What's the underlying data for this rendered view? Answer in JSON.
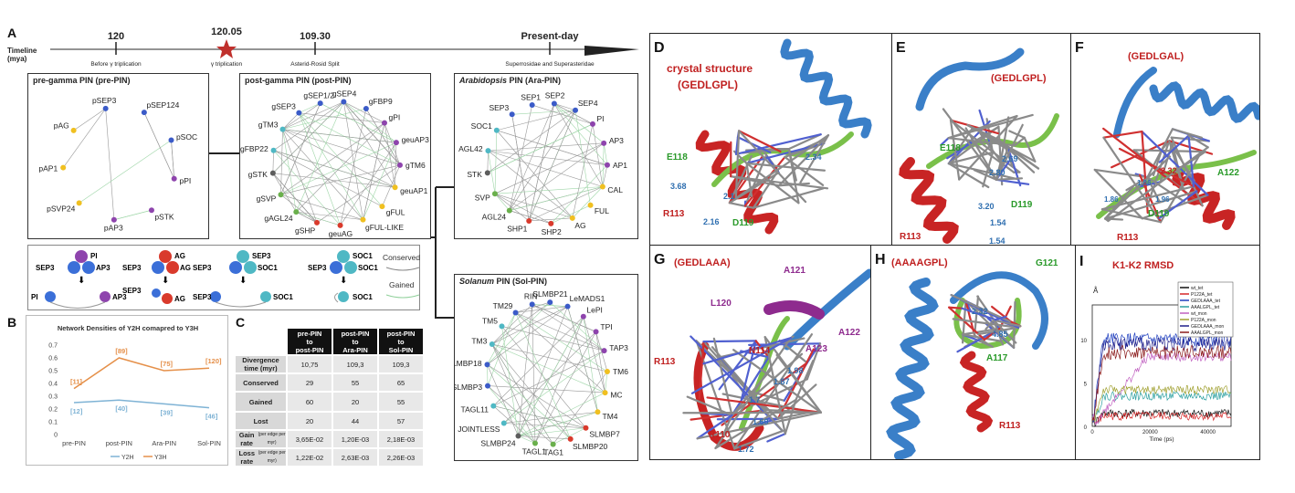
{
  "panel_letters": {
    "A": "A",
    "B": "B",
    "C": "C",
    "D": "D",
    "E": "E",
    "F": "F",
    "G": "G",
    "H": "H",
    "I": "I"
  },
  "timeline": {
    "label1": "Timeline",
    "label2": "(mya)",
    "points": [
      {
        "value": "120",
        "caption": "Before γ triplication"
      },
      {
        "value": "120.05",
        "caption": "γ triplication"
      },
      {
        "value": "109.30",
        "caption": "Asterid-Rosid Split"
      },
      {
        "value": "Present-day",
        "caption": "Superrosidae and Superasteridae"
      }
    ]
  },
  "networks": {
    "pre": {
      "title": "pre-gamma PIN (pre-PIN)",
      "nodes": [
        "pSEP3",
        "pSEP124",
        "pSOC",
        "pPI",
        "pSTK",
        "pAP3",
        "pSVP24",
        "pAP1",
        "pAG"
      ]
    },
    "post": {
      "title": "post-gamma PIN (post-PIN)",
      "nodes": [
        "gSEP1/2",
        "gSEP4",
        "gFBP9",
        "gPI",
        "geuAP3",
        "gTM6",
        "geuAP1",
        "gFUL",
        "gFUL-LIKE",
        "geuAG",
        "gSHP",
        "gAGL24",
        "gSVP",
        "gSTK",
        "gFBP22",
        "gTM3",
        "gSEP3"
      ]
    },
    "ara": {
      "title_italic": "Arabidopsis",
      "title_rest": " PIN (Ara-PIN)",
      "nodes": [
        "SEP1",
        "SEP2",
        "SEP4",
        "PI",
        "AP3",
        "AP1",
        "CAL",
        "FUL",
        "AG",
        "SHP2",
        "SHP1",
        "AGL24",
        "SVP",
        "STK",
        "AGL42",
        "SOC1",
        "SEP3"
      ]
    },
    "sol": {
      "title_italic": "Solanum",
      "title_rest": " PIN (Sol-PIN)",
      "nodes": [
        "RIN",
        "SLMBP21",
        "LeMADS1",
        "LePI",
        "TPI",
        "TAP3",
        "TM6",
        "MC",
        "TM4",
        "SLMBP7",
        "SLMBP20",
        "TAG1",
        "TAGL1",
        "SLMBP24",
        "JOINTLESS",
        "TAGL11",
        "SLMBP3",
        "SLMBP18",
        "TM3",
        "TM5",
        "TM29"
      ]
    }
  },
  "complexes": {
    "rows": [
      {
        "top": "PI",
        "left": "SEP3",
        "right": "AP3",
        "out_left": "PI",
        "out_right": "AP3"
      },
      {
        "top": "AG",
        "left": "SEP3",
        "right": "AG",
        "out_left": "SEP3",
        "out_right": "AG"
      },
      {
        "top": "SEP3",
        "left": "SEP3",
        "right": "SOC1",
        "out_left": "SEP3",
        "out_right": "SOC1"
      },
      {
        "top": "SOC1",
        "left": "SEP3",
        "right": "SOC1",
        "out_left": "SOC1",
        "out_right": ""
      }
    ],
    "legend_conserved": "Conserved",
    "legend_gained": "Gained"
  },
  "chart_data": {
    "type": "line",
    "title": "Network Densities of Y2H comapred to Y3H",
    "categories": [
      "pre-PIN",
      "post-PIN",
      "Ara-PIN",
      "Sol-PIN"
    ],
    "ylim": [
      0,
      0.7
    ],
    "yticks": [
      "0",
      "0.1",
      "0.2",
      "0.3",
      "0.4",
      "0.5",
      "0.6",
      "0.7"
    ],
    "series": [
      {
        "name": "Y2H",
        "values": [
          0.25,
          0.27,
          0.24,
          0.21
        ],
        "labels": [
          "[12]",
          "[40]",
          "[39]",
          "[46]"
        ],
        "color": "#7fb3d5"
      },
      {
        "name": "Y3H",
        "values": [
          0.36,
          0.6,
          0.5,
          0.52
        ],
        "labels": [
          "[11]",
          "[89]",
          "[75]",
          "[120]"
        ],
        "color": "#e5904a"
      }
    ]
  },
  "table": {
    "headers": [
      "pre-PIN to post-PIN",
      "post-PIN to Ara-PIN",
      "post-PIN to Sol-PIN"
    ],
    "rows": [
      {
        "label": "Divergence time (myr)",
        "sub": "",
        "values": [
          "10,75",
          "109,3",
          "109,3"
        ]
      },
      {
        "label": "Conserved",
        "sub": "",
        "values": [
          "29",
          "55",
          "65"
        ]
      },
      {
        "label": "Gained",
        "sub": "",
        "values": [
          "60",
          "20",
          "55"
        ]
      },
      {
        "label": "Lost",
        "sub": "",
        "values": [
          "20",
          "44",
          "57"
        ]
      },
      {
        "label": "Gain rate",
        "sub": "(per edge per myr)",
        "values": [
          "3,65E-02",
          "1,20E-03",
          "2,18E-03"
        ]
      },
      {
        "label": "Loss rate",
        "sub": "(per edge per myr)",
        "values": [
          "1,22E-02",
          "2,63E-03",
          "2,26E-03"
        ]
      }
    ]
  },
  "structures": {
    "D": {
      "title1": "crystal structure",
      "title2": "(GEDLGPL)",
      "labels": [
        "E118",
        "R113",
        "D119"
      ],
      "dists": [
        "3.68",
        "2.1",
        "2.16",
        "2.34"
      ]
    },
    "E": {
      "title": "(GEDLGPL)",
      "labels": [
        "E118",
        "D119",
        "R113"
      ],
      "dists": [
        "2.69",
        "2.80",
        "3.20",
        "1.54",
        "1.54"
      ]
    },
    "F": {
      "title": "(GEDLGAL)",
      "labels": [
        "A122",
        "D119",
        "R113"
      ],
      "dists": [
        "2.32",
        "1.86",
        "1.96",
        "1.86"
      ]
    },
    "G": {
      "title": "(GEDLAAA)",
      "labels": [
        "A121",
        "L120",
        "A122",
        "A123",
        "N114",
        "R113",
        "R110"
      ],
      "dists": [
        "1.98",
        "1.87",
        "1.7",
        "1.60",
        "1.72"
      ]
    },
    "H": {
      "title": "(AAAAGPL)",
      "labels": [
        "G121",
        "A117",
        "R113"
      ],
      "dists": [
        "2.32",
        "4.85"
      ]
    }
  },
  "rmsd": {
    "title": "K1-K2 RMSD",
    "yunit": "Å",
    "xlabel": "Time (ps)",
    "xticks": [
      "0",
      "20000",
      "40000"
    ],
    "yticks": [
      "0",
      "5",
      "10"
    ],
    "legend": [
      {
        "name": "wt_tet",
        "color": "#111111"
      },
      {
        "name": "P122A_tet",
        "color": "#d62728"
      },
      {
        "name": "GEDLAAA_tet",
        "color": "#1f3fbf"
      },
      {
        "name": "AAALGPL_tet",
        "color": "#2ca0a0"
      },
      {
        "name": "wt_mon",
        "color": "#c060c0"
      },
      {
        "name": "P122A_mon",
        "color": "#a0a030"
      },
      {
        "name": "GEDLAAA_mon",
        "color": "#20208a"
      },
      {
        "name": "AAALGPL_mon",
        "color": "#8b1a1a"
      }
    ]
  }
}
